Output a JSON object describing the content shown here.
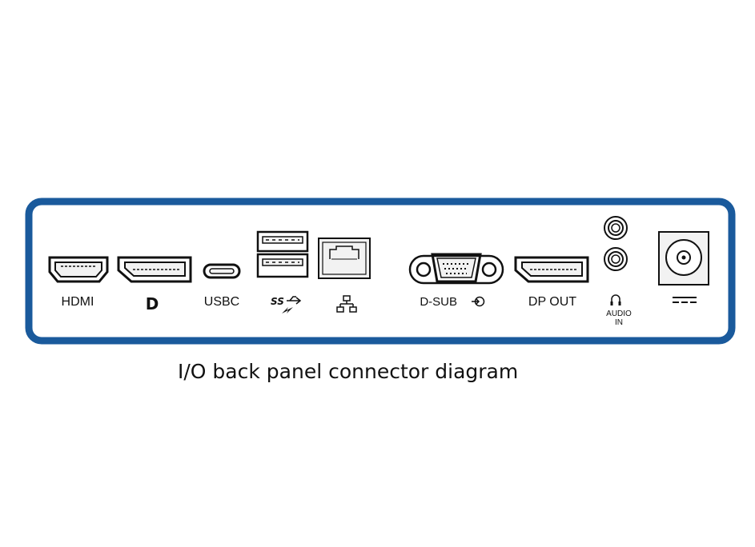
{
  "colors": {
    "frame": "#1a5a9c",
    "stroke": "#111111",
    "fill_light": "#f2f2f2"
  },
  "ports": {
    "hdmi": "HDMI",
    "displayport_logo": "D",
    "usbc": "USBC",
    "usb_ss": "SS",
    "dsub": "D-SUB",
    "dp_out": "DP OUT",
    "audio_in_line1": "AUDIO",
    "audio_in_line2": "IN"
  },
  "icons": [
    "hdmi-port-icon",
    "displayport-icon",
    "usbc-port-icon",
    "usb-a-port-icon",
    "ethernet-port-icon",
    "vga-port-icon",
    "dp-out-port-icon",
    "audio-jack-icon",
    "headphone-icon",
    "dc-power-icon"
  ],
  "caption": "I/O back panel connector diagram"
}
